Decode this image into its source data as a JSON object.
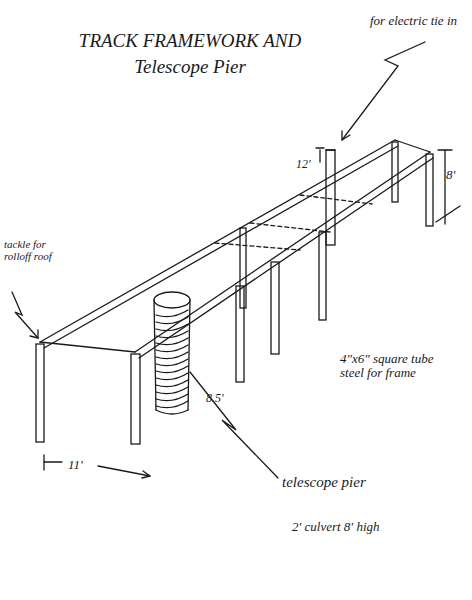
{
  "diagram": {
    "title": "TRACK FRAMEWORK AND Telescope Pier",
    "labels": [
      "for electric tie in",
      "12'",
      "8'",
      "tackle for rolloff roof",
      "4\"x6\" square tube steel for frame",
      "8.5'",
      "11'",
      "telescope pier",
      "2' culvert 8' high"
    ]
  }
}
